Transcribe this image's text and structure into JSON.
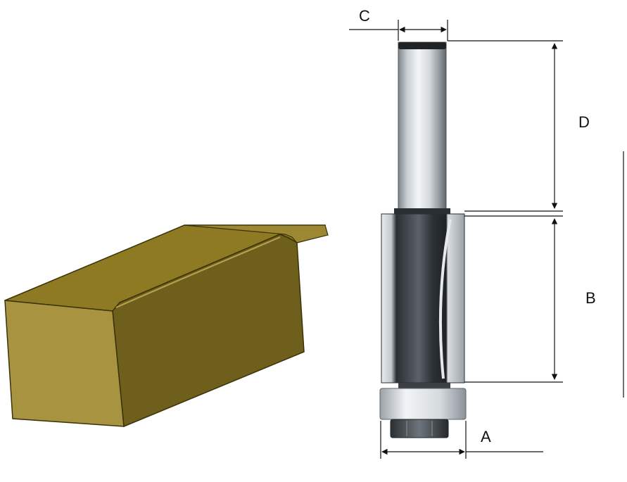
{
  "diagram": {
    "labels": {
      "a": "A",
      "b": "B",
      "c": "C",
      "d": "D"
    },
    "colors": {
      "wood_top": "#8e7a23",
      "wood_front": "#a89341",
      "wood_side": "#6f5f1c",
      "wood_outline": "#3a3208",
      "shank_light": "#f4f6f8",
      "shank_mid": "#b9c0c6",
      "shank_dark": "#6d757c",
      "cutter_dark": "#1f2326",
      "cutter_mid": "#5b6268",
      "bearing": "#dfe3e6",
      "dimension_line": "#111111"
    }
  }
}
